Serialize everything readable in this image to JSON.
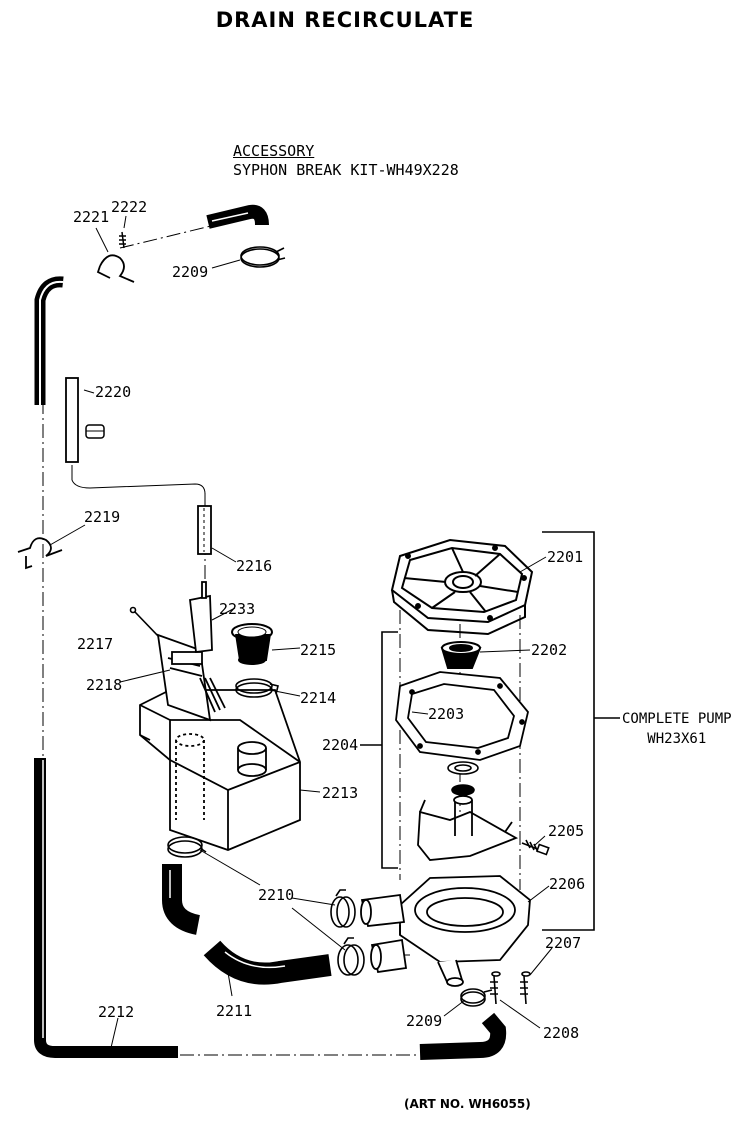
{
  "title": "DRAIN RECIRCULATE",
  "accessory": {
    "line1": "ACCESSORY",
    "line2": "SYPHON BREAK KIT-WH49X228"
  },
  "complete_pump": {
    "line1": "COMPLETE PUMP",
    "line2": "WH23X61"
  },
  "art_no": "(ART NO. WH6055)",
  "labels": [
    "2221",
    "2222",
    "2209",
    "2220",
    "2219",
    "2216",
    "2217",
    "2233",
    "2218",
    "2215",
    "2214",
    "2213",
    "2210",
    "2211",
    "2212",
    "2201",
    "2202",
    "2203",
    "2204",
    "2205",
    "2206",
    "2207",
    "2208",
    "2209"
  ]
}
